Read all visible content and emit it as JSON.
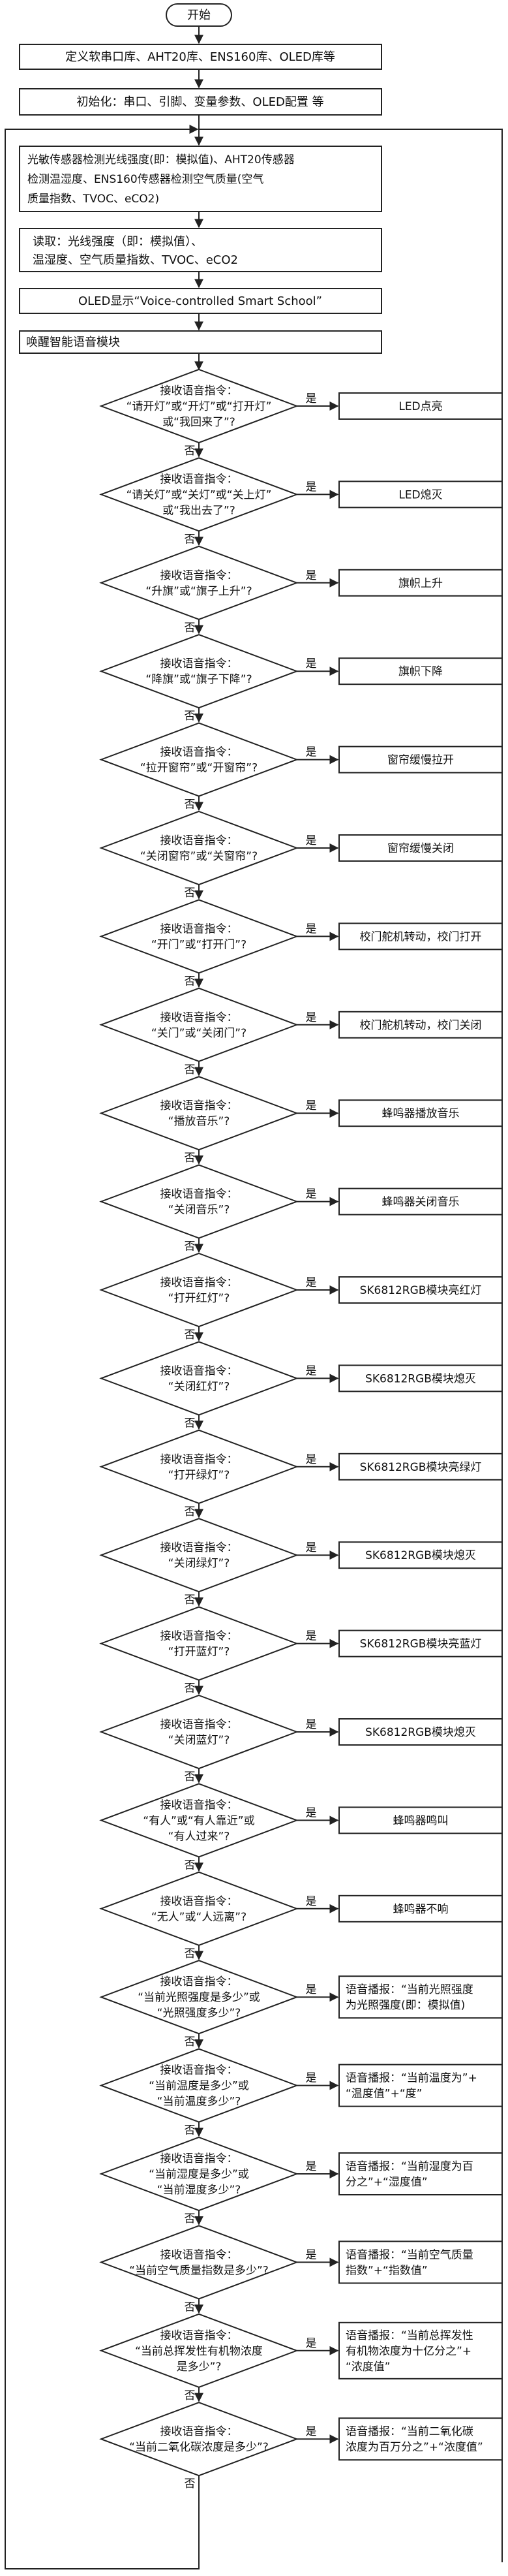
{
  "flowchart": {
    "start": "开始",
    "init_libs": "定义软串口库、AHT20库、ENS160库、OLED库等",
    "init_setup": "初始化：串口、引脚、变量参数、OLED配置 等",
    "sense": [
      "光敏传感器检测光线强度(即：模拟值)、AHT20传感器",
      "检测温湿度、ENS160传感器检测空气质量(空气",
      "质量指数、TVOC、eCO2)"
    ],
    "read": [
      "读取：光线强度（即：模拟值）、",
      "温湿度、空气质量指数、TVOC、eCO2"
    ],
    "oled": "OLED显示“Voice-controlled Smart School”",
    "wake": "唤醒智能语音模块",
    "yes_label": "是",
    "no_label": "否",
    "decisions": [
      {
        "q": [
          "接收语音指令：",
          "“请开灯”或“开灯”或“打开灯”",
          "或“我回来了”?"
        ],
        "a": [
          "LED点亮"
        ]
      },
      {
        "q": [
          "接收语音指令：",
          "“请关灯”或“关灯”或“关上灯”",
          "或“我出去了”?"
        ],
        "a": [
          "LED熄灭"
        ]
      },
      {
        "q": [
          "接收语音指令：",
          "“升旗”或“旗子上升”?"
        ],
        "a": [
          "旗帜上升"
        ]
      },
      {
        "q": [
          "接收语音指令：",
          "“降旗”或“旗子下降”?"
        ],
        "a": [
          "旗帜下降"
        ]
      },
      {
        "q": [
          "接收语音指令：",
          "“拉开窗帘”或“开窗帘”?"
        ],
        "a": [
          "窗帘缓慢拉开"
        ]
      },
      {
        "q": [
          "接收语音指令：",
          "“关闭窗帘”或“关窗帘”?"
        ],
        "a": [
          "窗帘缓慢关闭"
        ]
      },
      {
        "q": [
          "接收语音指令：",
          "“开门”或“打开门”?"
        ],
        "a": [
          "校门舵机转动，校门打开"
        ]
      },
      {
        "q": [
          "接收语音指令：",
          "“关门”或“关闭门”?"
        ],
        "a": [
          "校门舵机转动，校门关闭"
        ]
      },
      {
        "q": [
          "接收语音指令：",
          "“播放音乐”?"
        ],
        "a": [
          "蜂鸣器播放音乐"
        ]
      },
      {
        "q": [
          "接收语音指令：",
          "“关闭音乐”?"
        ],
        "a": [
          "蜂鸣器关闭音乐"
        ]
      },
      {
        "q": [
          "接收语音指令：",
          "“打开红灯”?"
        ],
        "a": [
          "SK6812RGB模块亮红灯"
        ]
      },
      {
        "q": [
          "接收语音指令：",
          "“关闭红灯”?"
        ],
        "a": [
          "SK6812RGB模块熄灭"
        ]
      },
      {
        "q": [
          "接收语音指令：",
          "“打开绿灯”?"
        ],
        "a": [
          "SK6812RGB模块亮绿灯"
        ]
      },
      {
        "q": [
          "接收语音指令：",
          "“关闭绿灯”?"
        ],
        "a": [
          "SK6812RGB模块熄灭"
        ]
      },
      {
        "q": [
          "接收语音指令：",
          "“打开蓝灯”?"
        ],
        "a": [
          "SK6812RGB模块亮蓝灯"
        ]
      },
      {
        "q": [
          "接收语音指令：",
          "“关闭蓝灯”?"
        ],
        "a": [
          "SK6812RGB模块熄灭"
        ]
      },
      {
        "q": [
          "接收语音指令：",
          "“有人”或“有人靠近”或",
          "“有人过来”?"
        ],
        "a": [
          "蜂鸣器鸣叫"
        ]
      },
      {
        "q": [
          "接收语音指令：",
          "“无人”或“人远离”?"
        ],
        "a": [
          "蜂鸣器不响"
        ]
      },
      {
        "q": [
          "接收语音指令：",
          "“当前光照强度是多少”或",
          "“光照强度多少”?"
        ],
        "a": [
          "语音播报：“当前光照强度",
          "为光照强度(即：模拟值)"
        ]
      },
      {
        "q": [
          "接收语音指令：",
          "“当前温度是多少”或",
          "“当前温度多少”?"
        ],
        "a": [
          "语音播报：“当前温度为”+",
          "“温度值”+“度”"
        ]
      },
      {
        "q": [
          "接收语音指令：",
          "“当前湿度是多少”或",
          "“当前湿度多少”?"
        ],
        "a": [
          "语音播报：“当前湿度为百",
          "分之”+“湿度值”"
        ]
      },
      {
        "q": [
          "接收语音指令：",
          "“当前空气质量指数是多少”?"
        ],
        "a": [
          "语音播报：“当前空气质量",
          "指数”+“指数值”"
        ]
      },
      {
        "q": [
          "接收语音指令：",
          "“当前总挥发性有机物浓度",
          "是多少”?"
        ],
        "a": [
          "语音播报：“当前总挥发性",
          "有机物浓度为十亿分之”+",
          "“浓度值”"
        ]
      },
      {
        "q": [
          "接收语音指令：",
          "“当前二氧化碳浓度是多少”?"
        ],
        "a": [
          "语音播报：“当前二氧化碳",
          "浓度为百万分之”+“浓度值”"
        ]
      }
    ]
  }
}
